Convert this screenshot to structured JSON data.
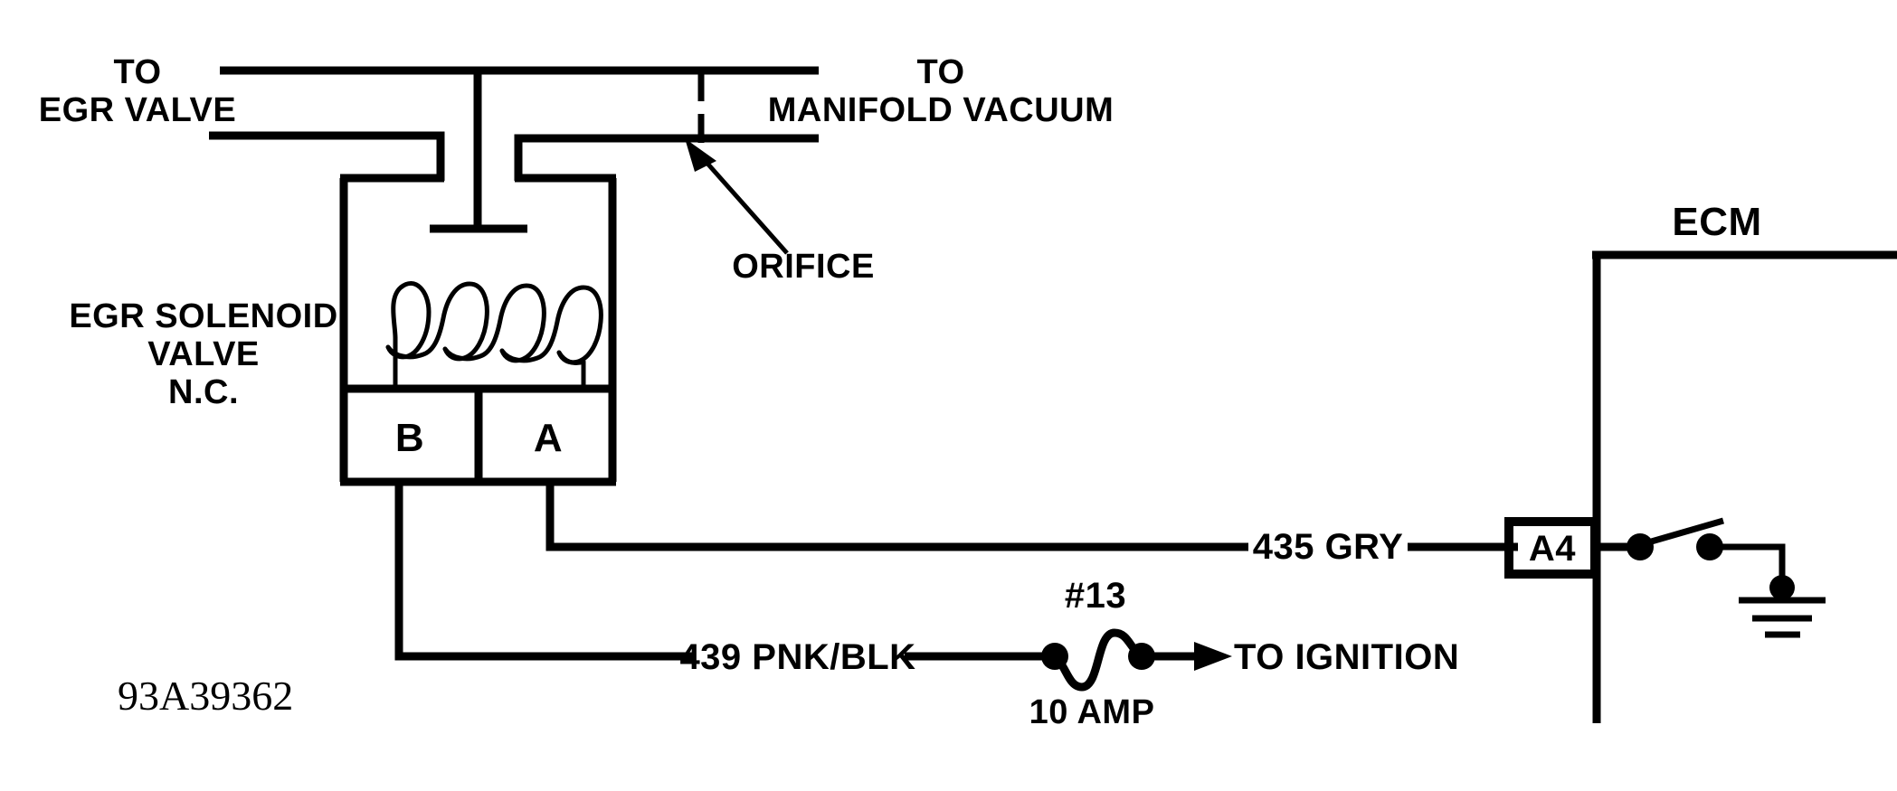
{
  "diagram": {
    "title": "EGR Solenoid Valve Circuit",
    "part_number": "93A39362",
    "ink_color": "#000000",
    "background_color": "#ffffff",
    "labels": {
      "to_egr_valve_line1": "TO",
      "to_egr_valve_line2": "EGR VALVE",
      "to_manifold_line1": "TO",
      "to_manifold_line2": "MANIFOLD VACUUM",
      "orifice": "ORIFICE",
      "solenoid_line1": "EGR SOLENOID",
      "solenoid_line2": "VALVE",
      "solenoid_line3": "N.C.",
      "terminal_b": "B",
      "terminal_a": "A",
      "ecm": "ECM",
      "connector_a4": "A4",
      "wire_435": "435 GRY",
      "wire_439": "439 PNK/BLK",
      "fuse_number": "#13",
      "fuse_rating": "10 AMP",
      "to_ignition": "TO IGNITION"
    },
    "components": [
      {
        "name": "egr-solenoid-valve",
        "type": "solenoid",
        "designation": "N.C.",
        "terminals": [
          "B",
          "A"
        ]
      },
      {
        "name": "orifice",
        "type": "restrictor"
      },
      {
        "name": "fuse-13",
        "type": "fuse",
        "id": "#13",
        "rating": "10 AMP"
      },
      {
        "name": "ecm",
        "type": "module",
        "connector": "A4"
      },
      {
        "name": "ecm-ground-switch",
        "type": "switch"
      },
      {
        "name": "chassis-ground",
        "type": "ground"
      }
    ],
    "wires": [
      {
        "name": "435-gry",
        "id": "435",
        "color_code": "GRY",
        "from": "terminal A",
        "to": "ECM connector A4"
      },
      {
        "name": "439-pnk-blk",
        "id": "439",
        "color_code": "PNK/BLK",
        "from": "terminal B",
        "to": "TO IGNITION via fuse #13"
      }
    ],
    "vacuum_lines": [
      {
        "name": "to-egr-valve",
        "destination": "EGR VALVE"
      },
      {
        "name": "to-manifold-vacuum",
        "destination": "MANIFOLD VACUUM"
      }
    ]
  }
}
